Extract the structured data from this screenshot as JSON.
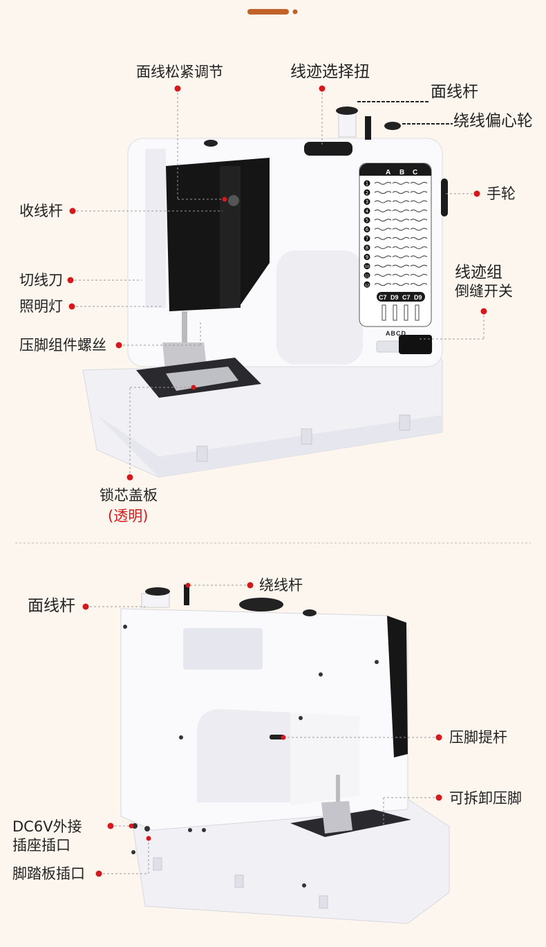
{
  "top": {
    "labels": {
      "tension": "面线松紧调节",
      "stitch_knob": "线迹选择扭",
      "spool_pin": "面线杆",
      "bobbin_winder": "绕线偏心轮",
      "handwheel": "手轮",
      "takeup_lever": "收线杆",
      "thread_cutter": "切线刀",
      "light": "照明灯",
      "presser_screw": "压脚组件螺丝",
      "stitch_group_1": "线迹组",
      "stitch_group_2": "倒缝开关",
      "bobbin_cover": "锁芯盖板",
      "bobbin_cover_note": "(透明)"
    },
    "stitch_chart": {
      "columns": [
        "A",
        "B",
        "C"
      ],
      "rows": [
        "1",
        "2",
        "3",
        "4",
        "5",
        "6",
        "7",
        "8",
        "9",
        "10",
        "11",
        "12"
      ],
      "footer": [
        "C7",
        "D9",
        "C7",
        "D9"
      ],
      "selector": "ABCD"
    }
  },
  "bottom": {
    "labels": {
      "spool_pin": "面线杆",
      "winder_pin": "绕线杆",
      "presser_lever": "压脚提杆",
      "removable_foot": "可拆卸压脚",
      "dc_1": "DC6V外接",
      "dc_2": "插座插口",
      "foot_pedal": "脚踏板插口"
    }
  },
  "colors": {
    "accent": "#c0622a",
    "dot": "#d4191c",
    "background": "#fdf6ee"
  }
}
